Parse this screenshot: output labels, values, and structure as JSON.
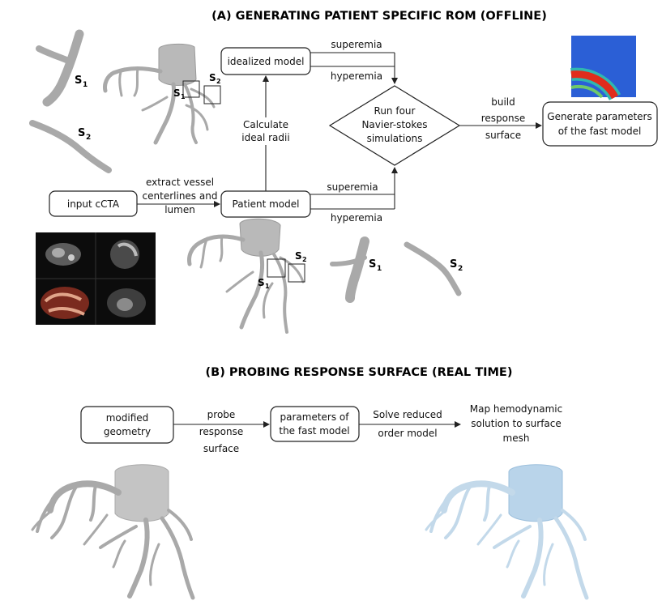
{
  "titles": {
    "a": "(A) GENERATING PATIENT SPECIFIC ROM (OFFLINE)",
    "b": "(B) PROBING RESPONSE SURFACE (REAL TIME)"
  },
  "boxes": {
    "idealized": "idealized model",
    "patient": "Patient model",
    "input": "input cCTA",
    "run": [
      "Run four",
      "Navier-stokes",
      "simulations"
    ],
    "generate": [
      "Generate parameters",
      "of the fast model"
    ],
    "modified": [
      "modified",
      "geometry"
    ],
    "params": [
      "parameters of",
      "the fast model"
    ]
  },
  "edges": {
    "superemia_top": "superemia",
    "hyperemia_top": "hyperemia",
    "superemia_bottom": "superemia",
    "hyperemia_bottom": "hyperemia",
    "calculate": [
      "Calculate",
      "ideal radii"
    ],
    "extract": [
      "extract vessel",
      "centerlines and",
      "lumen"
    ],
    "build": [
      "build",
      "response",
      "surface"
    ],
    "probe": [
      "probe",
      "response",
      "surface"
    ],
    "solve": [
      "Solve reduced",
      "order model"
    ],
    "map": [
      "Map hemodynamic",
      "solution to surface",
      "mesh"
    ]
  },
  "segments": {
    "s": "S",
    "one": "1",
    "two": "2"
  },
  "colors": {
    "vessel": "#a9a9a9",
    "vessel_blue": "#c3d9ea",
    "heat_bg": "#2b5fd6",
    "heat_red": "#e02c1c"
  }
}
